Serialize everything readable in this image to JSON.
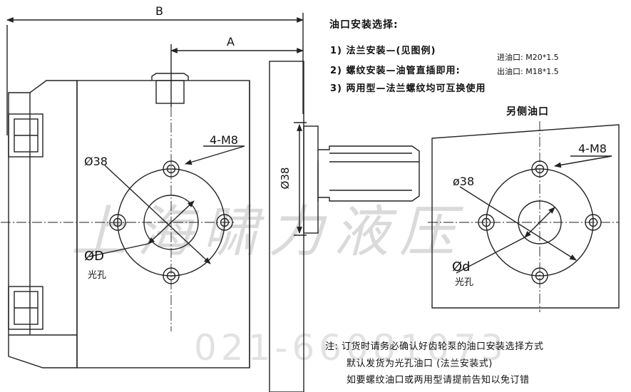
{
  "dimensions": {
    "b": "B",
    "a": "A",
    "bolt_main": "4-M8",
    "bolt_side": "4-M8",
    "pcd_main": "Ø38",
    "pcd_side": "ø38",
    "shaft_dia": "Ø38",
    "bore_main": "ØD",
    "bore_side": "Ød",
    "bore_main_note": "光孔",
    "bore_side_note": "光孔"
  },
  "options": {
    "heading": "油口安装选择:",
    "item1": "1) 法兰安装—(见图例)",
    "item2": "2) 螺纹安装—油管直插即用:",
    "item3": "3) 两用型—法兰螺纹均可互换使用",
    "inlet": "进油口: M20*1.5",
    "outlet": "出油口: M18*1.5"
  },
  "side_view_title": "另侧油口",
  "notes": {
    "line1": "注: 订货时请务必确认好齿轮泵的油口安装选择方式",
    "line2": "默认发货为光孔油口 (法兰安装式)",
    "line3": "如要螺纹油口或两用型请提前告知以免订错"
  },
  "watermark": {
    "company": "上海啸力液压",
    "phone": "021-66081073"
  },
  "colors": {
    "line": "#222222",
    "watermark": "#bdbdbd"
  }
}
